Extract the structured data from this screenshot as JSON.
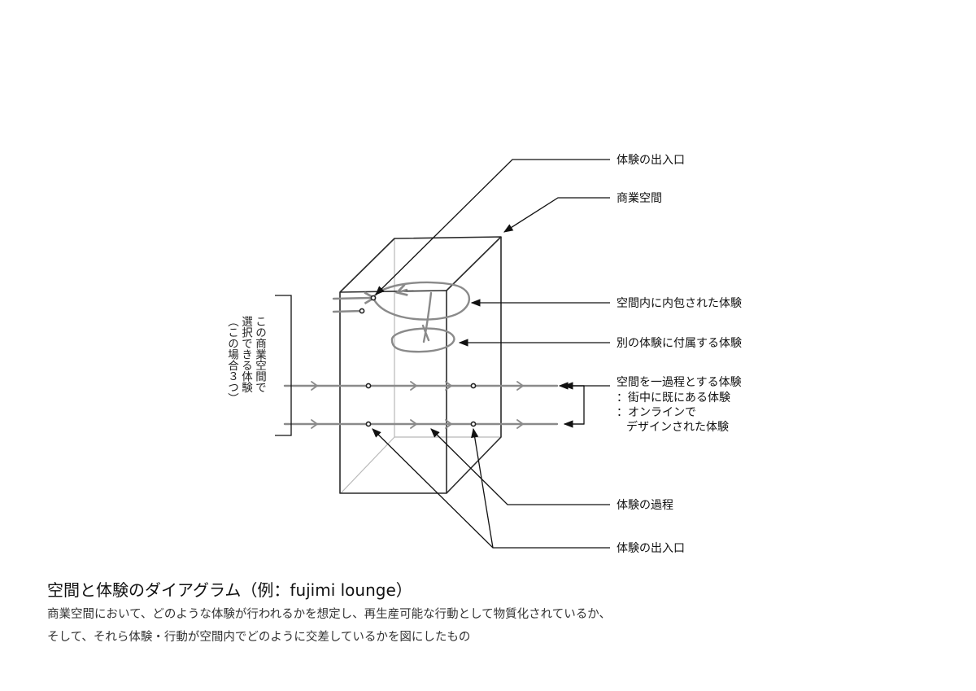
{
  "labels": {
    "entrance_top": "体験の出入口",
    "commercial_space": "商業空間",
    "contained_experience": "空間内に内包された体験",
    "attached_experience": "別の体験に付属する体験",
    "one_process": {
      "main": "空間を一過程とする体験",
      "sub1": "：街中に既にある体験",
      "sub2": "：オンラインで",
      "sub3": "デザインされた体験"
    },
    "process": "体験の過程",
    "entrance_bottom": "体験の出入口"
  },
  "side_note": {
    "line1": "この商業空間で",
    "line2": "選択できる体験",
    "line3": "（この場合３つ）"
  },
  "title": "空間と体験のダイアグラム（例：fujimi lounge）",
  "description": {
    "line1": "商業空間において、どのような体験が行われるかを想定し、再生産可能な行動として物質化されているか、",
    "line2": "そして、それら体験・行動が空間内でどのように交差しているかを図にしたもの"
  },
  "colors": {
    "box_line": "#2a2a2a",
    "hidden_line": "#b8b8b8",
    "path": "#8a8a8a",
    "leader": "#111111"
  }
}
